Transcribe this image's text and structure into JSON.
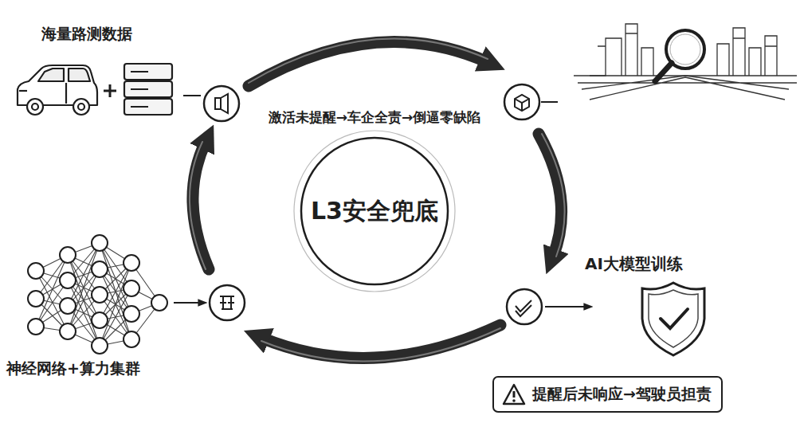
{
  "diagram": {
    "nodes": [
      {
        "text": [
          "激活未提醒→车企全责→倒逼零缺陷",
          "L3安全兜底"
        ]
      },
      {
        "text": [
          "提醒后未响应→驾驶员担责"
        ]
      }
    ],
    "labels": [
      "海量路测数据",
      "AI大模型训练",
      "神经网络+算力集群"
    ]
  }
}
